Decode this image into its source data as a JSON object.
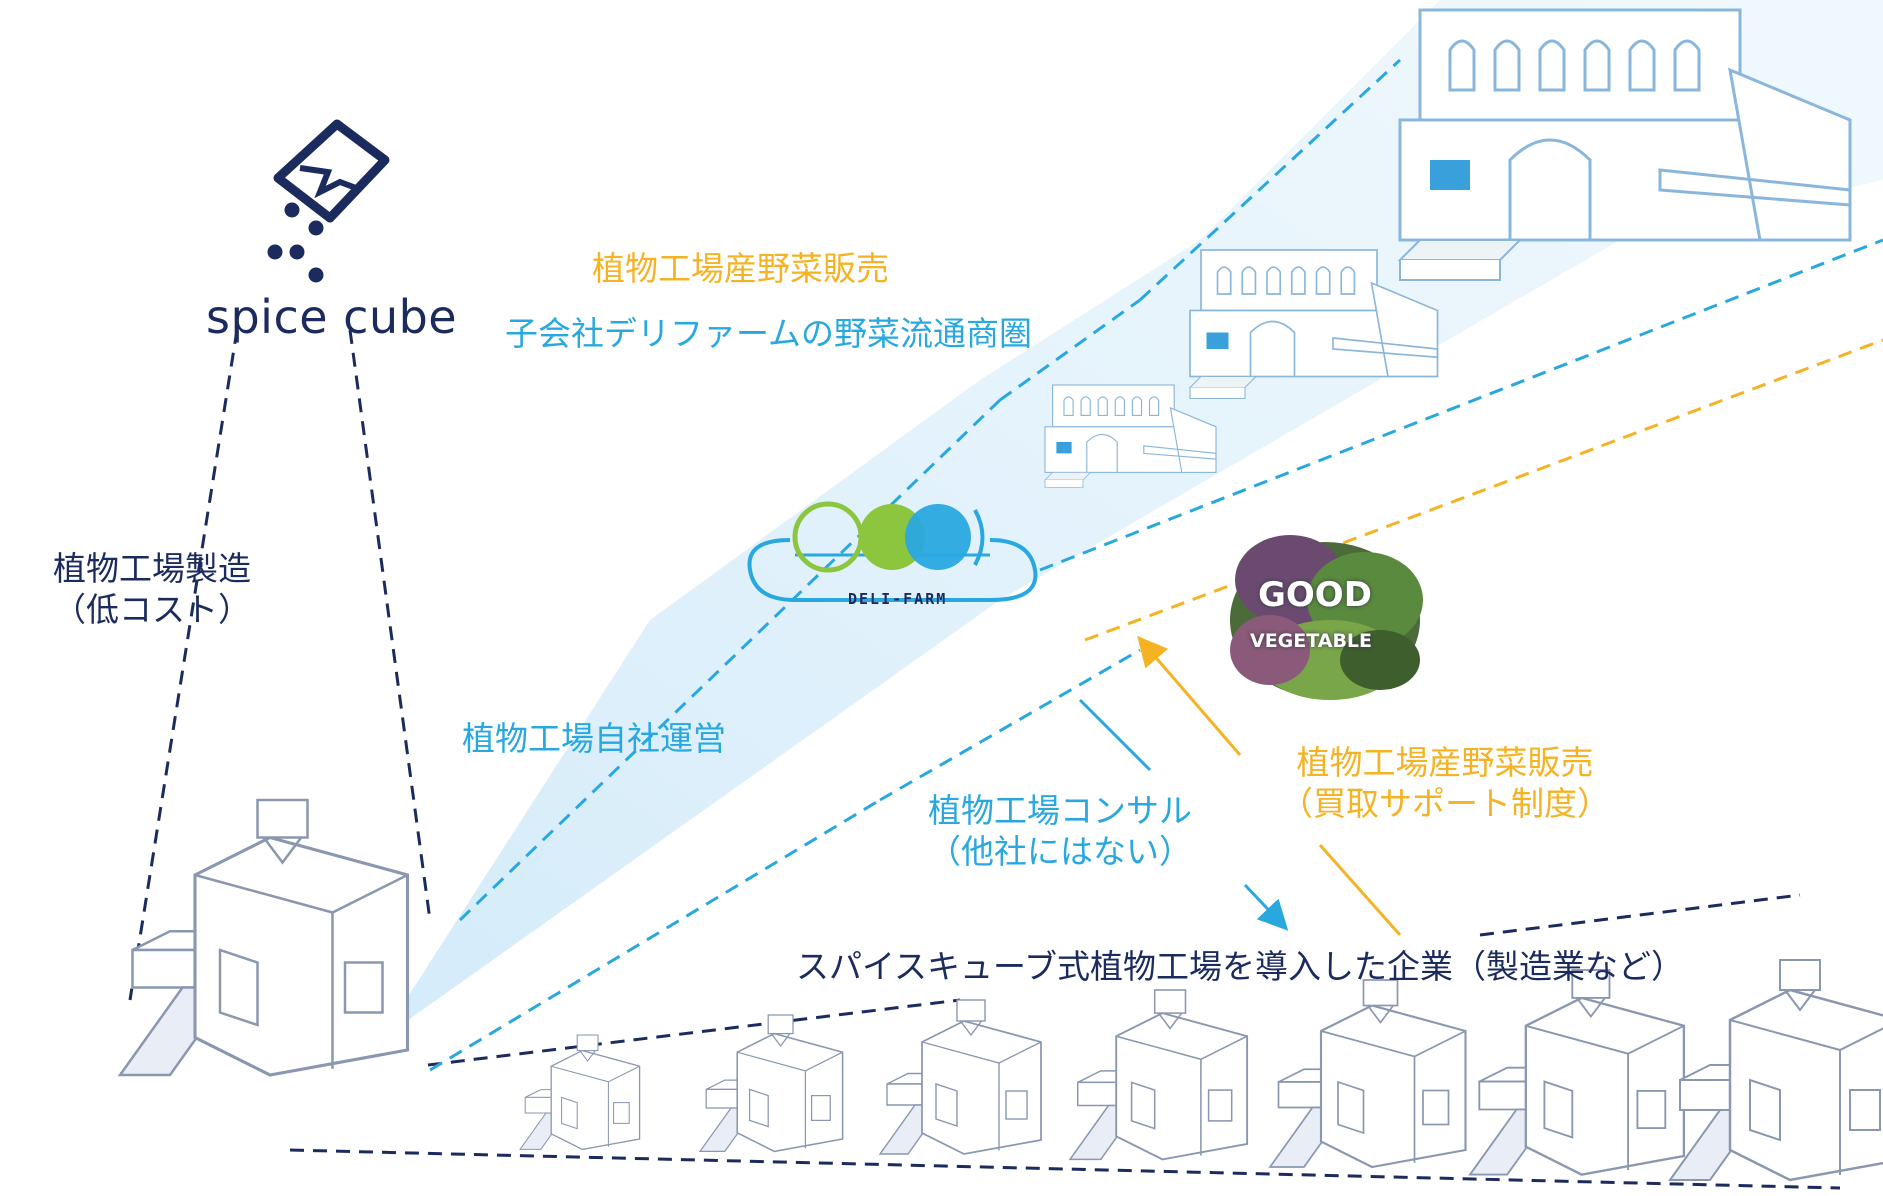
{
  "brand": {
    "name": "spice cube",
    "navy": "#1c2b5e"
  },
  "labels": {
    "manufacture_line1": "植物工場製造",
    "manufacture_line2": "（低コスト）",
    "veg_sales_top": "植物工場産野菜販売",
    "subsidiary_area": "子会社デリファームの野菜流通商圏",
    "self_operation": "植物工場自社運営",
    "consulting_line1": "植物工場コンサル",
    "consulting_line2": "（他社にはない）",
    "veg_sales_line1": "植物工場産野菜販売",
    "veg_sales_line2": "（買取サポート制度）",
    "companies": "スパイスキューブ式植物工場を導入した企業（製造業など）"
  },
  "deli_farm": {
    "name": "DELI-FARM",
    "colors": [
      "#8cc63f",
      "#29a8e0"
    ]
  },
  "good_vegetable": {
    "line1": "GOOD",
    "line2": "VEGETABLE",
    "icon": "lettuce-icon"
  },
  "colors": {
    "navy": "#1c2b5e",
    "blue": "#29a8e0",
    "orange": "#f5b324",
    "light_blue": "#d8eefb"
  },
  "icons": [
    "spice-cube-logo-icon",
    "plant-factory-icon",
    "building-icon",
    "lettuce-icon",
    "arrow-icon"
  ]
}
